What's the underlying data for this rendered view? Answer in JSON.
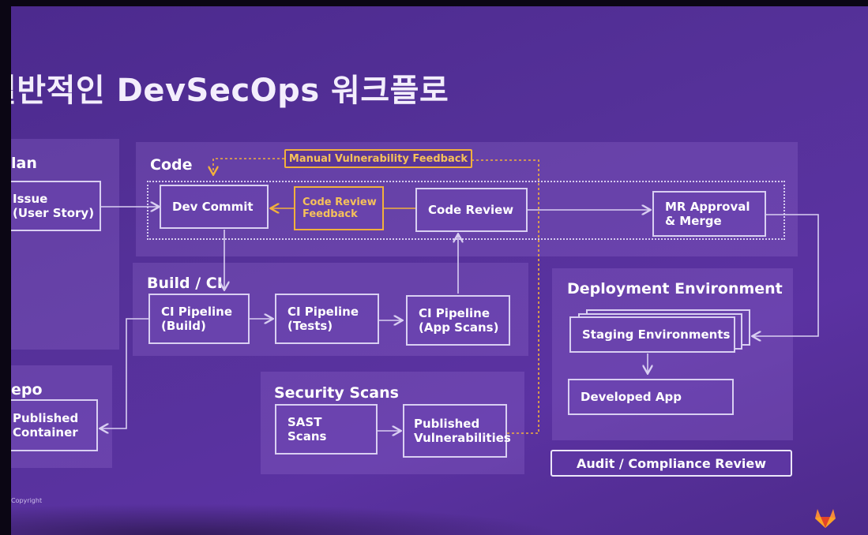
{
  "title": "일반적인 DevSecOps 워크플로",
  "panels": {
    "plan": "lan",
    "code": "Code",
    "build": "Build / CI",
    "repo": "epo",
    "security": "Security Scans",
    "deploy": "Deployment Environment"
  },
  "boxes": {
    "issue": "Issue\n(User Story)",
    "dev_commit": "Dev Commit",
    "code_review_feedback": "Code Review\nFeedback",
    "code_review": "Code Review",
    "mr_approval": "MR Approval\n& Merge",
    "ci_build": "CI Pipeline\n(Build)",
    "ci_tests": "CI Pipeline\n(Tests)",
    "ci_scans": "CI Pipeline\n(App Scans)",
    "published_container": "Published\nContainer",
    "sast": "SAST\nScans",
    "published_vuln": "Published\nVulnerabilities",
    "staging": "Staging Environments",
    "developed_app": "Developed App"
  },
  "manual_feedback": "Manual Vulnerability Feedback",
  "audit": "Audit / Compliance Review",
  "copyright": "Copyright",
  "colors": {
    "slide_bg": "#553199",
    "accent_orange": "#f2b03c",
    "box_border": "#d9cff2"
  }
}
